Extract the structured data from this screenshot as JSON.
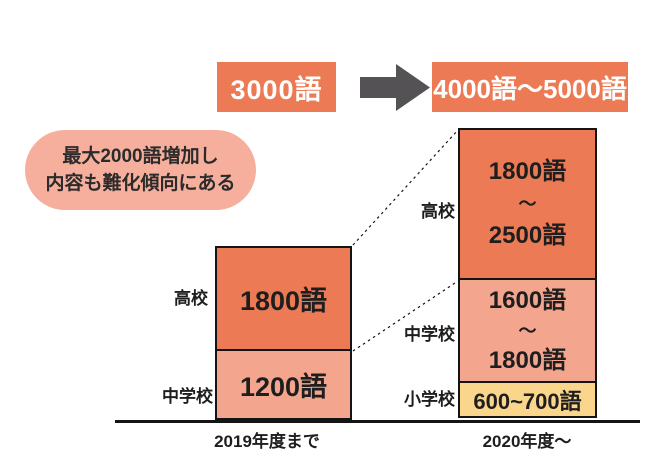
{
  "colors": {
    "orange_dark": "#EC7B55",
    "salmon_light": "#F4A58E",
    "callout_pink": "#F6AF9C",
    "yellow": "#FAD68C",
    "arrow_gray": "#545254",
    "text_dark": "#1E1E1E",
    "text_white": "#FFFFFF",
    "border_black": "#141414"
  },
  "top": {
    "before_total": "3000語",
    "after_total": "4000語〜5000語"
  },
  "callout": {
    "line1": "最大2000語増加し",
    "line2": "内容も難化傾向にある"
  },
  "left_column": {
    "axis_label": "2019年度まで",
    "segments": [
      {
        "side": "高校",
        "value": "1800語"
      },
      {
        "side": "中学校",
        "value": "1200語"
      }
    ]
  },
  "right_column": {
    "axis_label": "2020年度〜",
    "segments": [
      {
        "side": "高校",
        "value_lines": [
          "1800語",
          "〜",
          "2500語"
        ]
      },
      {
        "side": "中学校",
        "value_lines": [
          "1600語",
          "〜",
          "1800語"
        ]
      },
      {
        "side": "小学校",
        "value": "600~700語"
      }
    ]
  },
  "chart_data": {
    "type": "bar",
    "stacked": true,
    "title": "",
    "xlabel": "",
    "ylabel": "",
    "legend_position": "labels beside bars",
    "grid": false,
    "categories": [
      "2019年度まで",
      "2020年度〜"
    ],
    "series": [
      {
        "name": "小学校",
        "color": "#FAD68C",
        "values_min": [
          0,
          600
        ],
        "values_max": [
          0,
          700
        ],
        "labels": [
          "",
          "600~700語"
        ]
      },
      {
        "name": "中学校",
        "color": "#F4A58E",
        "values_min": [
          1200,
          1600
        ],
        "values_max": [
          1200,
          1800
        ],
        "labels": [
          "1200語",
          "1600語〜1800語"
        ]
      },
      {
        "name": "高校",
        "color": "#EC7B55",
        "values_min": [
          1800,
          1800
        ],
        "values_max": [
          1800,
          2500
        ],
        "labels": [
          "1800語",
          "1800語〜2500語"
        ]
      }
    ],
    "totals": [
      "3000語",
      "4000語〜5000語"
    ],
    "annotation": "最大2000語増加し内容も難化傾向にある"
  }
}
